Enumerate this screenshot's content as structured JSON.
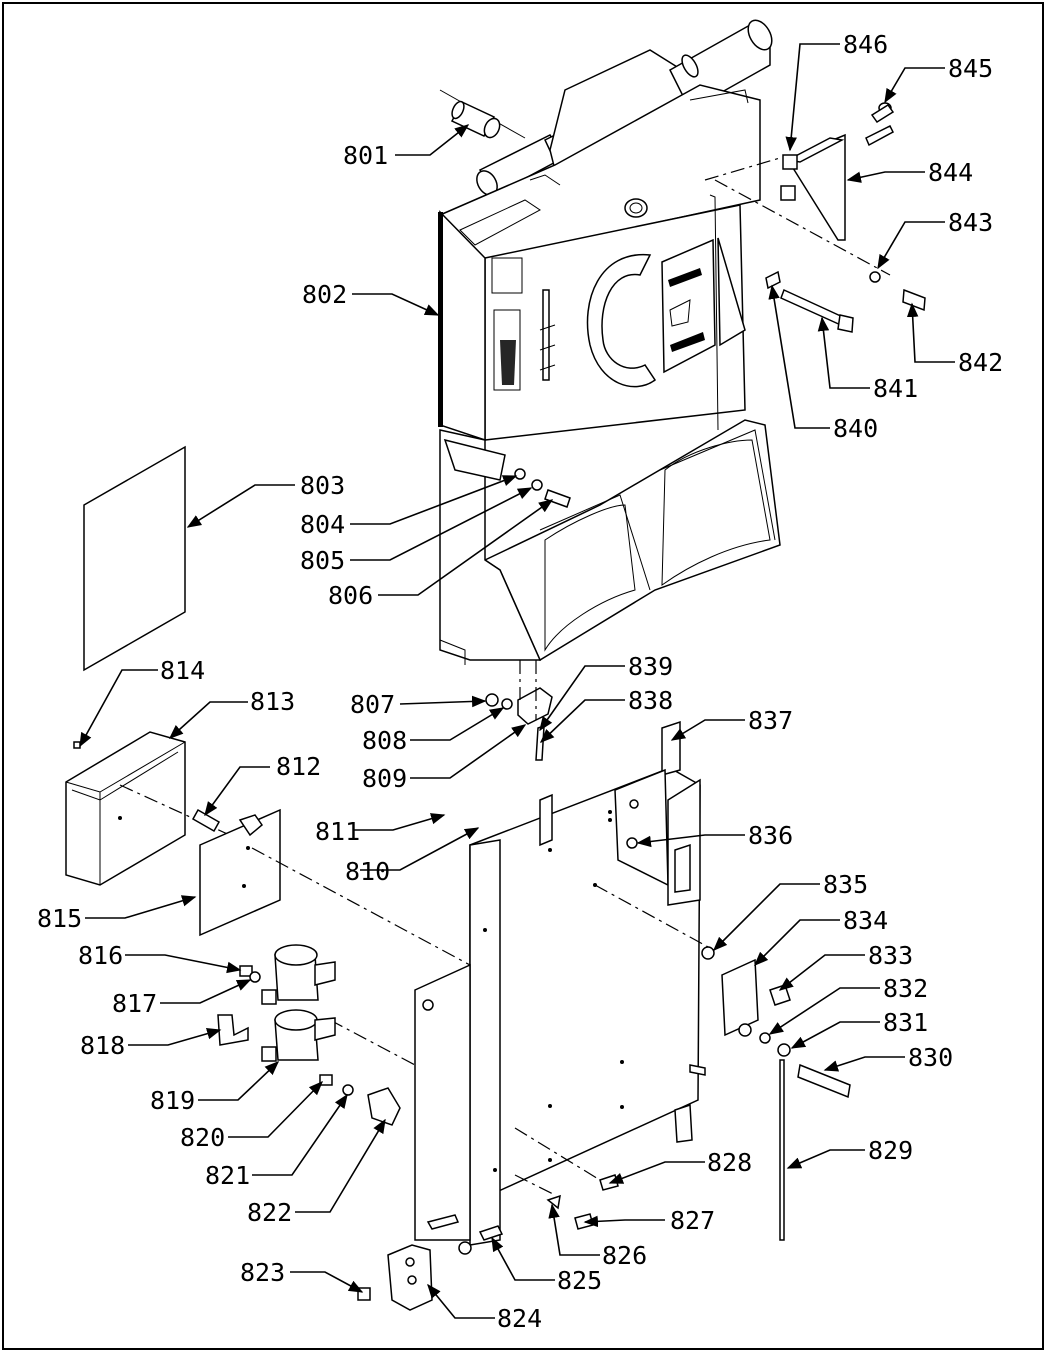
{
  "diagram": {
    "labels": {
      "p801": "801",
      "p802": "802",
      "p803": "803",
      "p804": "804",
      "p805": "805",
      "p806": "806",
      "p807": "807",
      "p808": "808",
      "p809": "809",
      "p810": "810",
      "p811": "811",
      "p812": "812",
      "p813": "813",
      "p814": "814",
      "p815": "815",
      "p816": "816",
      "p817": "817",
      "p818": "818",
      "p819": "819",
      "p820": "820",
      "p821": "821",
      "p822": "822",
      "p823": "823",
      "p824": "824",
      "p825": "825",
      "p826": "826",
      "p827": "827",
      "p828": "828",
      "p829": "829",
      "p830": "830",
      "p831": "831",
      "p832": "832",
      "p833": "833",
      "p834": "834",
      "p835": "835",
      "p836": "836",
      "p837": "837",
      "p838": "838",
      "p839": "839",
      "p840": "840",
      "p841": "841",
      "p842": "842",
      "p843": "843",
      "p844": "844",
      "p845": "845",
      "p846": "846"
    }
  }
}
